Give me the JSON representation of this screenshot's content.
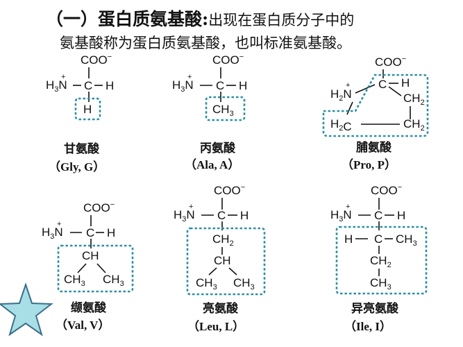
{
  "heading": {
    "title": "（一）蛋白质氨基酸:",
    "desc_part1": "出现在蛋白质分子中的",
    "desc_part2": "氨基酸称为蛋白质氨基酸，也叫标准氨基酸。"
  },
  "labels": {
    "carboxylate": "COO",
    "minus": "−",
    "plus": "+",
    "ammonium_N": "N",
    "H": "H",
    "C": "C",
    "CH": "CH",
    "CH3": "CH",
    "sub2": "2",
    "sub3": "3"
  },
  "amino_acids": [
    {
      "cn": "甘氨酸",
      "abbr": "（Gly, G）"
    },
    {
      "cn": "丙氨酸",
      "abbr": "（Ala, A）"
    },
    {
      "cn": "脯氨酸",
      "abbr": "（Pro, P）"
    },
    {
      "cn": "缬氨酸",
      "abbr": "（Val, V）"
    },
    {
      "cn": "亮氨酸",
      "abbr": "（Leu, L）"
    },
    {
      "cn": "异亮氨酸",
      "abbr": "（Ile, I）"
    }
  ],
  "colors": {
    "highlight_box": "#2a8fa0",
    "star_fill": "#a8dfe6",
    "star_stroke": "#3a6e8a"
  },
  "icons": {
    "star": "star-icon"
  }
}
